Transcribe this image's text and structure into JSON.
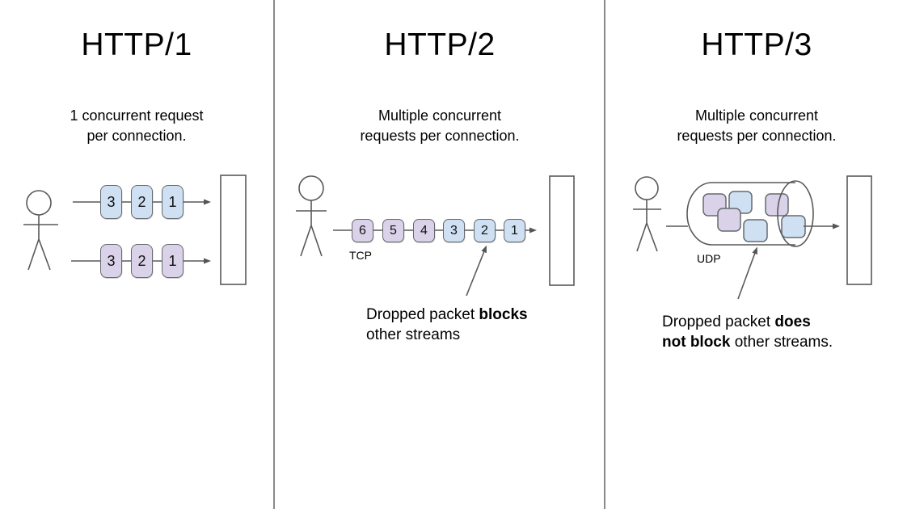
{
  "colors": {
    "stream_blue": "#cfe0f3",
    "stream_purple": "#d9d2e9",
    "stroke_gray": "#595959",
    "divider_gray": "#8a8a8a"
  },
  "columns": [
    {
      "title": "HTTP/1",
      "subtitle": "1 concurrent request\nper connection.",
      "rows": [
        {
          "packets": [
            "3",
            "2",
            "1"
          ]
        },
        {
          "packets": [
            "3",
            "2",
            "1"
          ]
        }
      ]
    },
    {
      "title": "HTTP/2",
      "subtitle": "Multiple concurrent\nrequests per connection.",
      "protocol_label": "TCP",
      "packets": [
        "6",
        "5",
        "4",
        "3",
        "2",
        "1"
      ],
      "annotation": {
        "line1_pre": "Dropped packet ",
        "line1_bold": "blocks",
        "line2": "other streams"
      }
    },
    {
      "title": "HTTP/3",
      "subtitle": "Multiple concurrent\nrequests per connection.",
      "protocol_label": "UDP",
      "annotation": {
        "line1_pre": "Dropped packet ",
        "line1_bold": "does",
        "line2_bold": "not block",
        "line2_post": " other streams."
      }
    }
  ]
}
